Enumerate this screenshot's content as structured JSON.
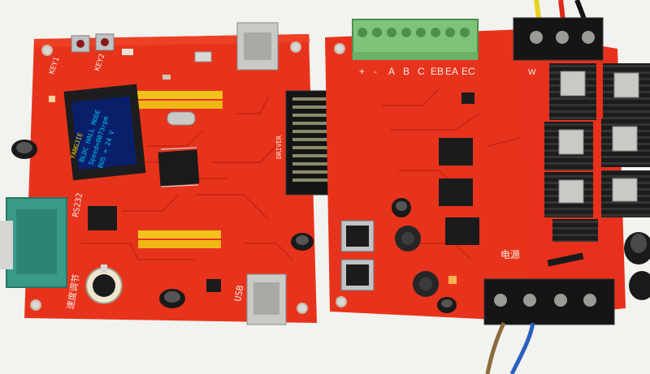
{
  "board_left": {
    "key1": "KEY1",
    "key2": "KEY2",
    "rs232": "RS232",
    "usb": "USB",
    "speed_adjust": "速度调节",
    "driver": "DRIVER",
    "oled": {
      "line1": "YANGJIE",
      "line2": "BLDC HALL MODE",
      "line3": "Speed=0073rpm",
      "line4": "BUS = 24 V"
    }
  },
  "board_right": {
    "terminal_labels": [
      "+",
      "-",
      "A",
      "B",
      "C",
      "EB",
      "EA",
      "EC"
    ],
    "power": "电源",
    "w_label": "W"
  },
  "colors": {
    "pcb": "#e8311c",
    "pcb_dark": "#c8240f",
    "header_pin": "#f2c21b",
    "terminal_green": "#7dc47a",
    "db9": "#3a9a8a",
    "oled_blue": "#1a4fd6"
  }
}
